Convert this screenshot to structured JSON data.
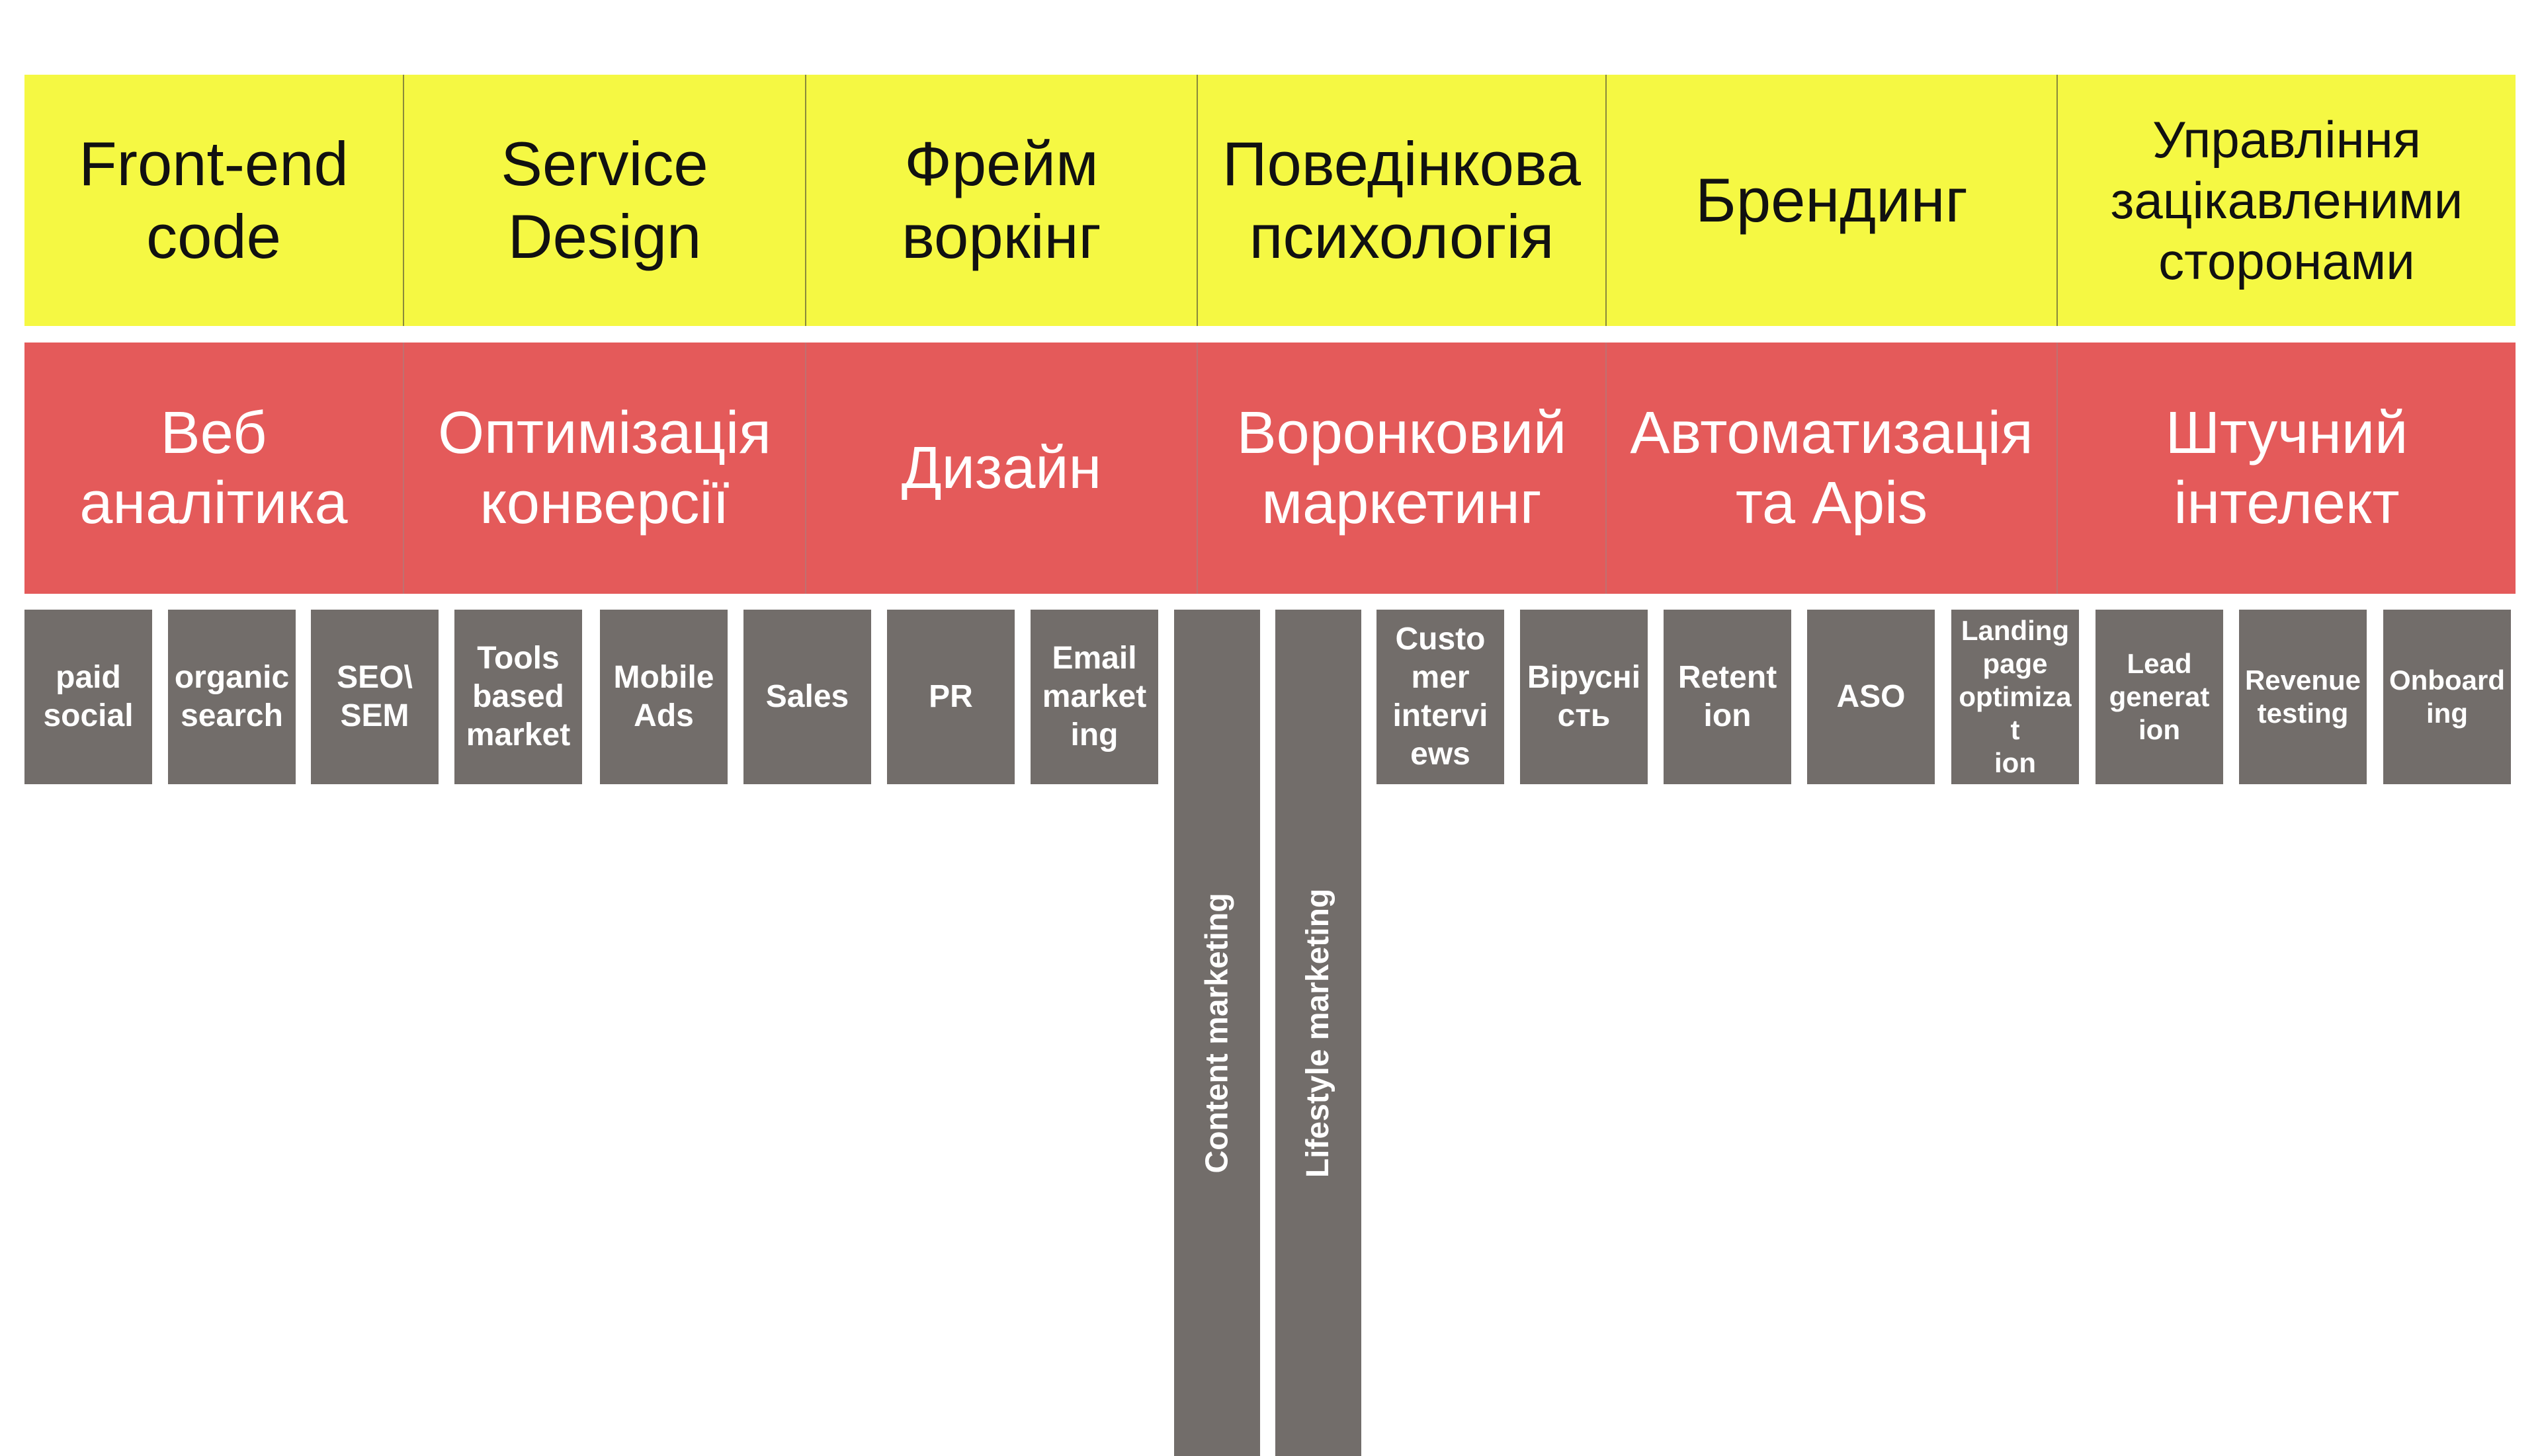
{
  "top_row": [
    {
      "label": "Front-end\ncode"
    },
    {
      "label": "Service\nDesign"
    },
    {
      "label": "Фрейм\nворкінг"
    },
    {
      "label": "Поведінкова\nпсихологія"
    },
    {
      "label": "Брендинг"
    },
    {
      "label": "Управління\nзацікавленими\nсторонами"
    }
  ],
  "middle_row": [
    {
      "label": "Веб\nаналітика"
    },
    {
      "label": "Оптимізація\nконверсії"
    },
    {
      "label": "Дизайн"
    },
    {
      "label": "Воронковий\nмаркетинг"
    },
    {
      "label": "Автоматизація\nта Apis"
    },
    {
      "label": "Штучний\nінтелект"
    }
  ],
  "tags": [
    {
      "label": "paid\nsocial"
    },
    {
      "label": "organic\nsearch"
    },
    {
      "label": "SEO\\\nSEM"
    },
    {
      "label": "Tools\nbased\nmarket"
    },
    {
      "label": "Mobile\nAds"
    },
    {
      "label": "Sales"
    },
    {
      "label": "PR"
    },
    {
      "label": "Email\nmarket\ning"
    },
    {
      "label": "Content marketing"
    },
    {
      "label": "Lifestyle marketing"
    },
    {
      "label": "Custo\nmer\nintervi\news"
    },
    {
      "label": "Вірусні\nсть"
    },
    {
      "label": "Retent\nion"
    },
    {
      "label": "ASO"
    },
    {
      "label": "Landing\npage\noptimizat\nion"
    },
    {
      "label": "Lead\ngenerat\nion"
    },
    {
      "label": "Revenue\ntesting"
    },
    {
      "label": "Onboard\ning"
    }
  ]
}
